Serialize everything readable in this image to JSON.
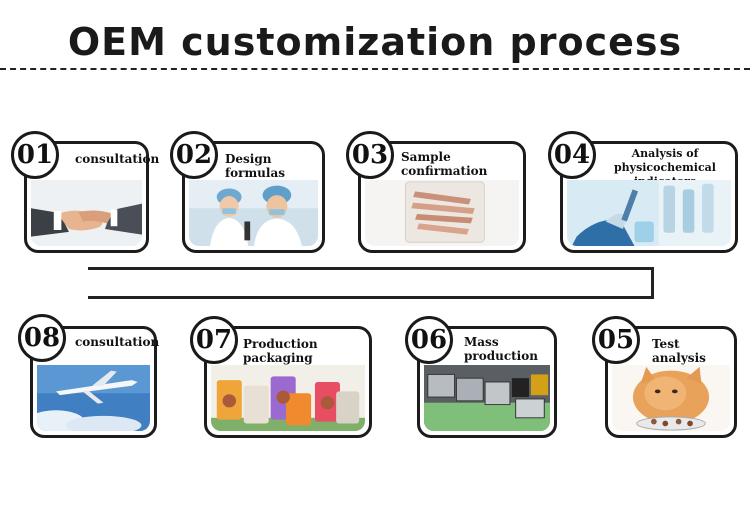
{
  "title": "OEM customization process",
  "steps": [
    {
      "num": "01",
      "label": "consultation",
      "image": "handshake"
    },
    {
      "num": "02",
      "label": "Design formulas",
      "image": "lab-researchers"
    },
    {
      "num": "03",
      "label": "Sample confirmation",
      "image": "meat-strips-sample"
    },
    {
      "num": "04",
      "label": "Analysis of physicochemical indicators",
      "image": "lab-pipette"
    },
    {
      "num": "05",
      "label": "Test analysis",
      "image": "kitten-eating"
    },
    {
      "num": "06",
      "label": "Mass production",
      "image": "factory-trays"
    },
    {
      "num": "07",
      "label": "Production packaging",
      "image": "treat-packages"
    },
    {
      "num": "08",
      "label": "consultation",
      "image": "airplane"
    }
  ]
}
